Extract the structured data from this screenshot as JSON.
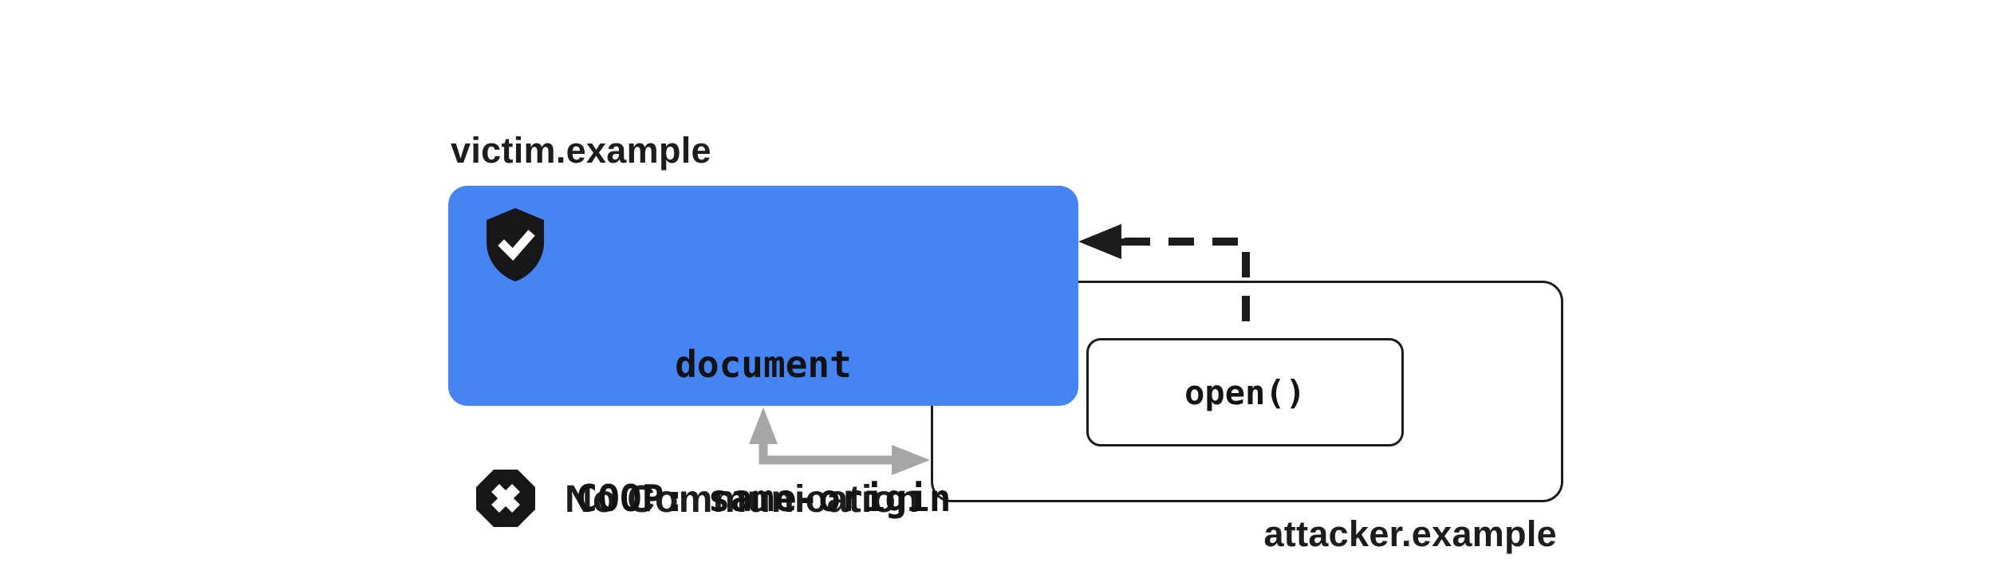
{
  "diagram": {
    "victim": {
      "domain_label": "victim.example",
      "document_line1": "document",
      "document_line2": "COOP: same-origin"
    },
    "attacker": {
      "domain_label": "attacker.example",
      "open_call": "open()"
    },
    "blocked": {
      "label": "No Communication"
    },
    "icons": {
      "shield": "shield-check-icon",
      "blocked": "blocked-octagon-x-icon",
      "dashed_arrow": "opener-reference-arrow",
      "gray_arrow": "no-communication-arrow"
    },
    "colors": {
      "victim_fill": "#4684f3",
      "ink": "#1c1c1e",
      "arrow_gray": "#a6a6a6",
      "background": "#ffffff"
    }
  }
}
